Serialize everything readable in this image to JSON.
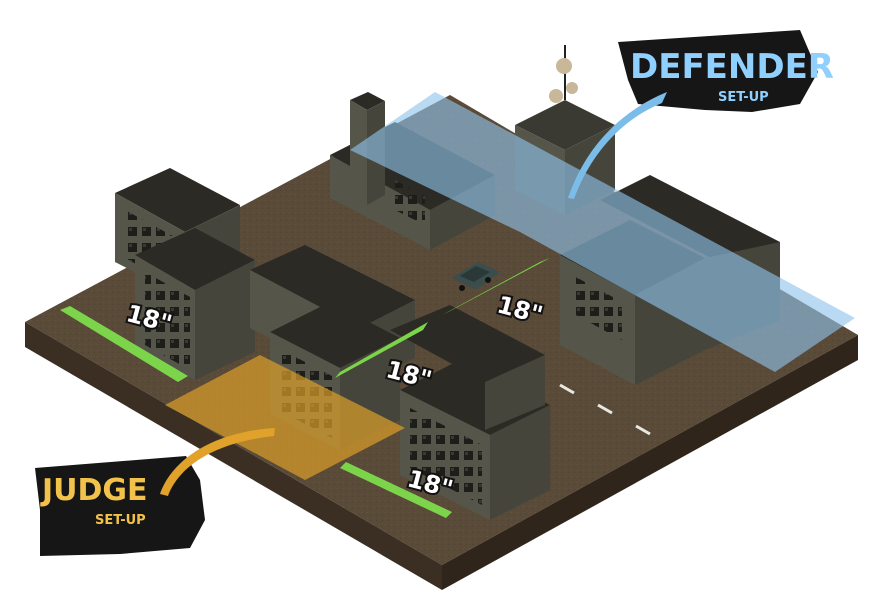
{
  "colors": {
    "ground_top": "#5a4a38",
    "ground_side_left": "#3b2f23",
    "ground_side_right": "#2f251b",
    "building_roof": "#2b2a24",
    "building_wall_left": "#55554a",
    "building_wall_right": "#45453b",
    "window": "#1d1d19",
    "defender_zone": "#8fc4ec",
    "judge_zone": "#e0a22a",
    "green_marker": "#7bd44a",
    "defender_text": "#8fd0ff",
    "judge_text": "#f3c24a",
    "tag_bg": "#161616",
    "road_dash": "#e8e8e0"
  },
  "labels": {
    "defender_title": "DEFENDER",
    "defender_sub": "SET-UP",
    "judge_title": "JUDGE",
    "judge_sub": "SET-UP"
  },
  "distances": [
    {
      "text": "18\""
    },
    {
      "text": "18\""
    },
    {
      "text": "18\""
    },
    {
      "text": "18\""
    }
  ],
  "icons": {
    "defender_arrow": "curved-arrow-icon",
    "judge_arrow": "curved-arrow-icon",
    "car": "car-icon",
    "radio_tower": "antenna-tower-icon"
  }
}
